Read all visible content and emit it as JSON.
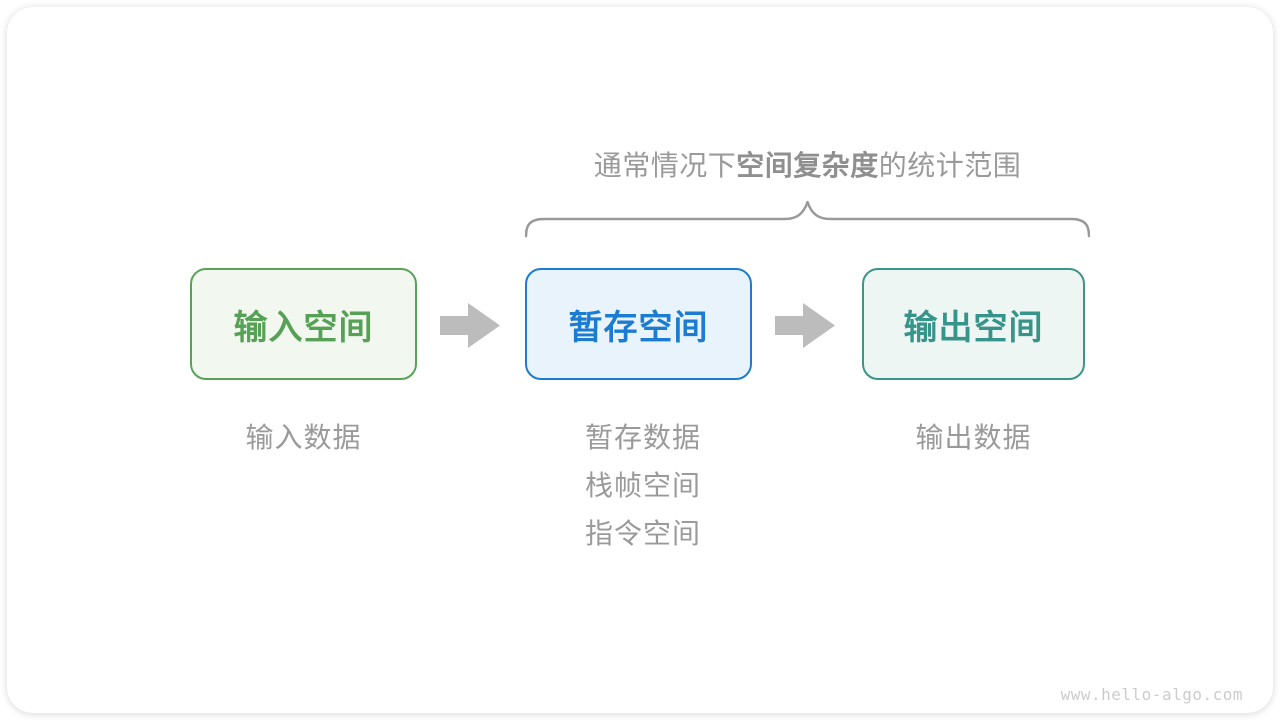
{
  "title": {
    "prefix": "通常情况下",
    "highlight": "空间复杂度",
    "suffix": "的统计范围"
  },
  "boxes": [
    {
      "id": "input",
      "label": "输入空间"
    },
    {
      "id": "temp",
      "label": "暂存空间"
    },
    {
      "id": "output",
      "label": "输出空间"
    }
  ],
  "sub_labels": {
    "input": "输入数据",
    "temp_items": [
      "暂存数据",
      "栈帧空间",
      "指令空间"
    ],
    "output": "输出数据"
  },
  "watermark": "www.hello-algo.com",
  "colors": {
    "input_border": "#5aa25a",
    "input_text": "#56a155",
    "input_bg": "#f2f8ef",
    "temp_border": "#1c7cd0",
    "temp_text": "#1b7cd2",
    "temp_bg": "#e9f3fc",
    "output_border": "#3d9488",
    "output_text": "#37948a",
    "output_bg": "#edf6f3",
    "arrow": "#bcbcbc",
    "brace": "#999999",
    "caption_text": "#9a9a9a",
    "watermark_text": "#cccccc"
  }
}
